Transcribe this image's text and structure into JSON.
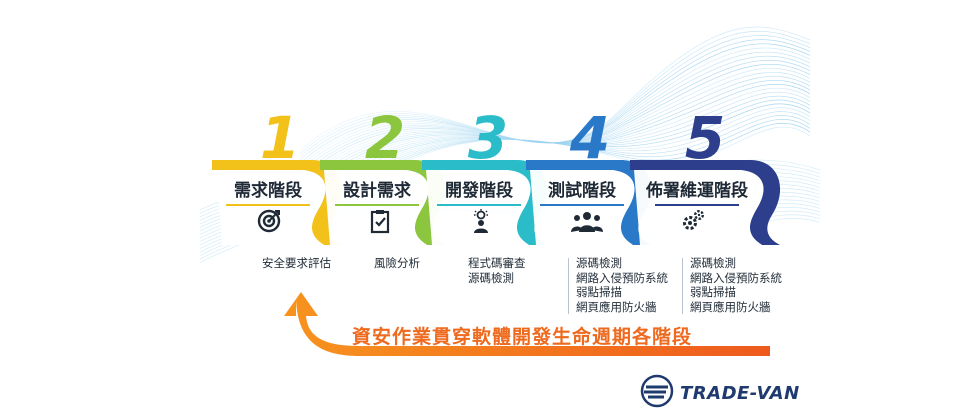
{
  "stages": [
    {
      "number": "1",
      "title": "需求階段",
      "icon": "target-icon",
      "color": "#f2c21b",
      "notes": [
        "安全要求評估"
      ]
    },
    {
      "number": "2",
      "title": "設計需求",
      "icon": "checklist-icon",
      "color": "#8cc63f",
      "notes": [
        "風險分析"
      ]
    },
    {
      "number": "3",
      "title": "開發階段",
      "icon": "developer-idea-icon",
      "color": "#2bbcc9",
      "notes": [
        "程式碼審查",
        "源碼檢測"
      ]
    },
    {
      "number": "4",
      "title": "測試階段",
      "icon": "team-icon",
      "color": "#2a78c8",
      "notes": [
        "源碼檢測",
        "網路入侵預防系統",
        "弱點掃描",
        "網頁應用防火牆"
      ]
    },
    {
      "number": "5",
      "title": "佈署維運階段",
      "icon": "gears-icon",
      "color": "#2d3e8c",
      "notes": [
        "源碼檢測",
        "網路入侵預防系統",
        "弱點掃描",
        "網頁應用防火牆"
      ]
    }
  ],
  "caption": "資安作業貫穿軟體開發生命週期各階段",
  "arrow_color": "#ee6a1e",
  "logo": {
    "text": "TRADE-VAN",
    "color": "#1f3a6e",
    "icon": "trade-van-logo-icon"
  }
}
